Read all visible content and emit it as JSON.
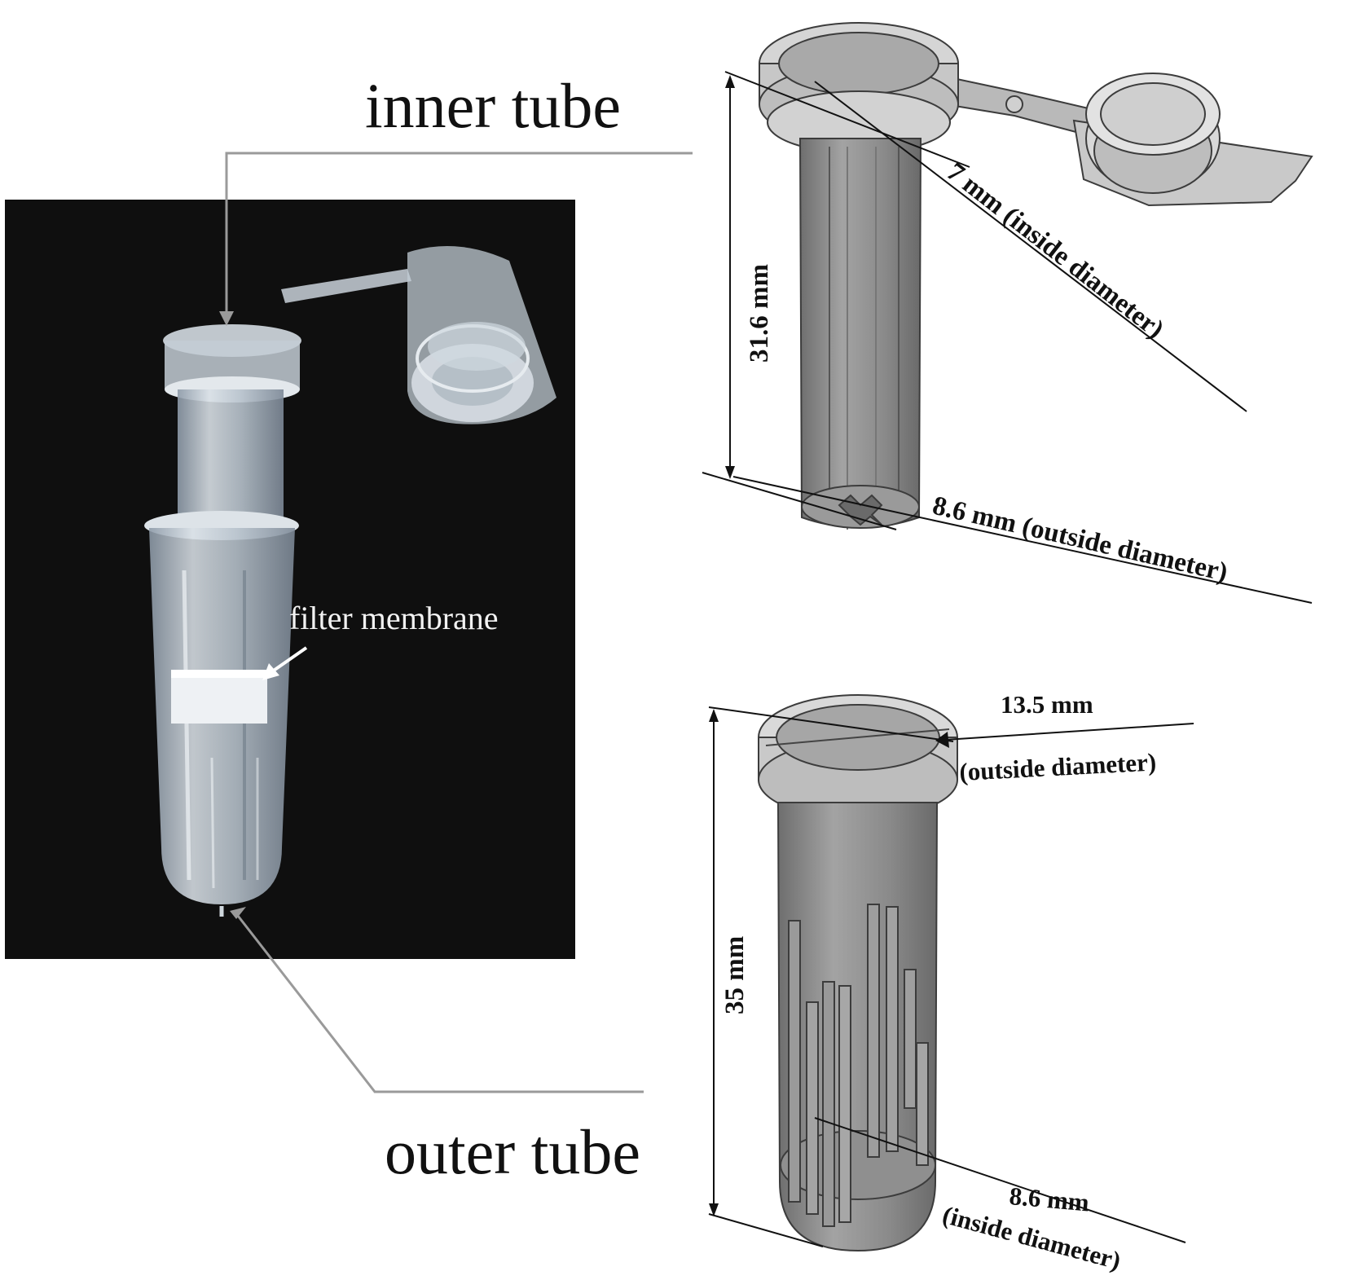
{
  "labels": {
    "inner_tube": "inner tube",
    "outer_tube": "outer tube",
    "filter_membrane": "filter membrane"
  },
  "inner_dimensions": {
    "height": "31.6 mm",
    "inside_diameter": "7 mm (inside diameter)",
    "outside_diameter": "8.6 mm (outside diameter)"
  },
  "outer_dimensions": {
    "height": "35 mm",
    "top_diameter_value": "13.5 mm",
    "top_diameter_note": "(outside diameter)",
    "bottom_diameter_value": "8.6 mm",
    "bottom_diameter_note": "(inside diameter)"
  },
  "colors": {
    "photo_background": "#0d0d0d",
    "tube_gray": "#8c8c8c",
    "leader_line": "#9a9a9a"
  }
}
